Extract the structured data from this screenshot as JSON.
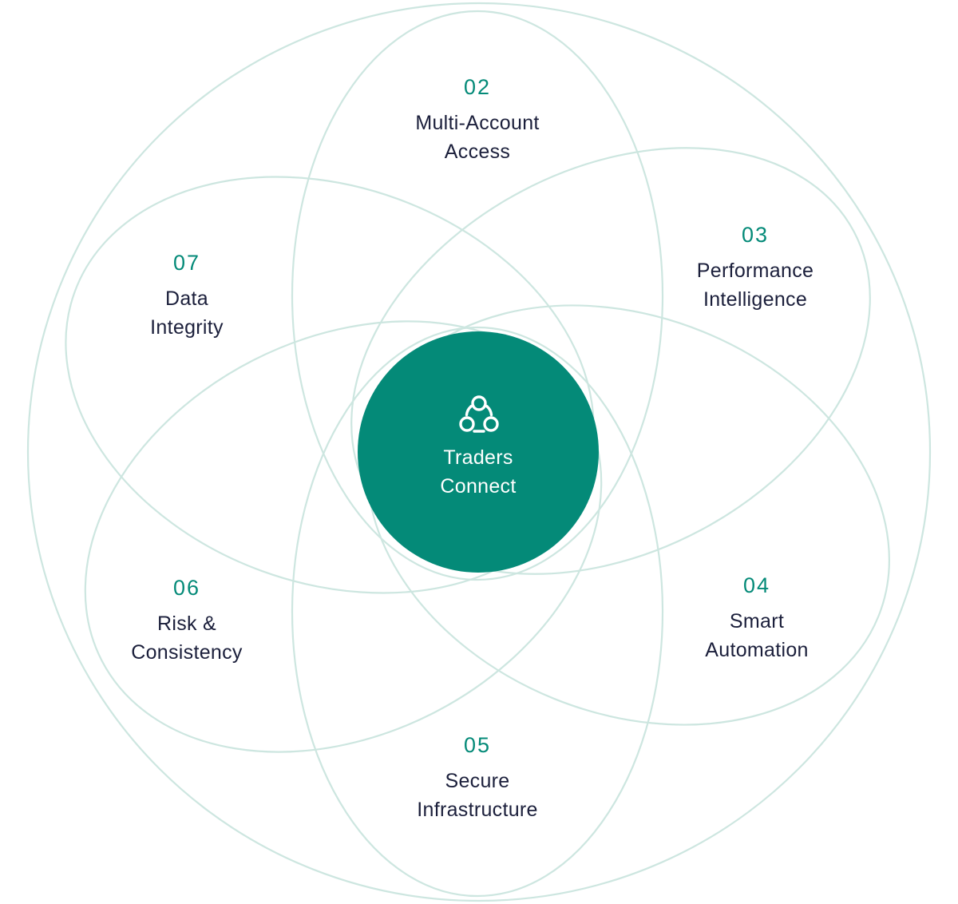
{
  "colors": {
    "ring": "#cde6e0",
    "accent": "#048a78",
    "text": "#1b1f3b",
    "hub_text": "#ffffff"
  },
  "hub": {
    "title_line1": "Traders",
    "title_line2": "Connect",
    "icon": "three-linked-nodes-icon"
  },
  "nodes": [
    {
      "id": "multi-account-access",
      "number": "02",
      "line1": "Multi-Account",
      "line2": "Access"
    },
    {
      "id": "performance-intelligence",
      "number": "03",
      "line1": "Performance",
      "line2": "Intelligence"
    },
    {
      "id": "smart-automation",
      "number": "04",
      "line1": "Smart",
      "line2": "Automation"
    },
    {
      "id": "secure-infrastructure",
      "number": "05",
      "line1": "Secure",
      "line2": "Infrastructure"
    },
    {
      "id": "risk-consistency",
      "number": "06",
      "line1": "Risk &",
      "line2": "Consistency"
    },
    {
      "id": "data-integrity",
      "number": "07",
      "line1": "Data",
      "line2": "Integrity"
    }
  ]
}
